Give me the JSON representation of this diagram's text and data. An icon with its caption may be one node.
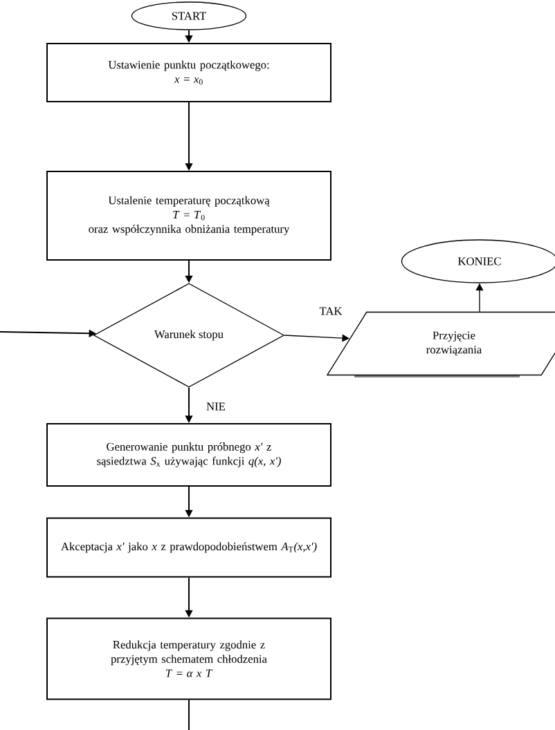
{
  "diagram": {
    "nodes": [
      {
        "text": [
          "START"
        ]
      },
      {
        "text": [
          "Ustawienie punktu początkowego:",
          "*x* = *x*$_{0}$"
        ]
      },
      {
        "text": [
          "Ustalenie temperaturę początkową",
          "*T* = *T*$_{0}$",
          "oraz współczynnika obniżania temperatury"
        ]
      },
      {
        "text": [
          "Warunek stopu"
        ]
      },
      {
        "text": [
          "Przyjęcie rozwiązania"
        ]
      },
      {
        "text": [
          "KONIEC"
        ]
      },
      {
        "text": [
          "Generowanie punktu próbnego *x'* z sąsiedztwa *S*$_{x}$ używając funkcji *q(x, x')*"
        ]
      },
      {
        "text": [
          "Akceptacja *x'* jako *x* z prawdopodobieństwem *A*$_{T}$*(x,x')*"
        ]
      },
      {
        "text": [
          "Redukcja temperatury zgodnie z przyjętym schematem chłodzenia",
          "*T* = *α x T*"
        ]
      }
    ],
    "edges": [
      {
        "from": 0,
        "to": 1,
        "arrow": "to"
      },
      {
        "from": 1,
        "to": 2,
        "arrow": "to"
      },
      {
        "from": 2,
        "to": 3,
        "arrow": "to"
      },
      {
        "from": 3,
        "to": 4,
        "arrow": "to",
        "label": "TAK"
      },
      {
        "from": 4,
        "to": 5,
        "arrow": "to"
      },
      {
        "from": 3,
        "to": 6,
        "arrow": "to",
        "label": "NIE"
      },
      {
        "from": 6,
        "to": 7,
        "arrow": "to"
      },
      {
        "from": 7,
        "to": 8,
        "arrow": "to"
      },
      {
        "from": 8,
        "to": null,
        "arrow": "none"
      },
      {
        "from": null,
        "to": 3,
        "arrow": "to"
      }
    ]
  }
}
